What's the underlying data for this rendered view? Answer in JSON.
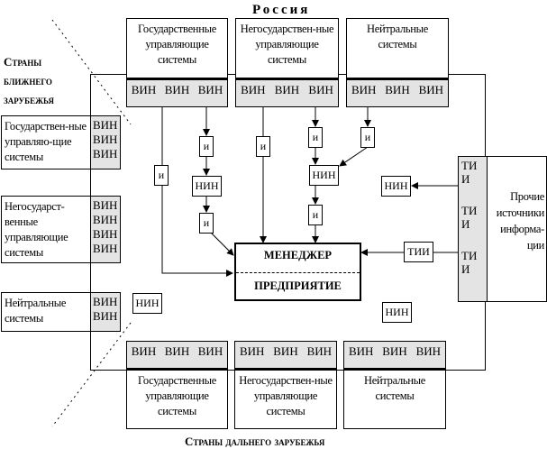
{
  "title_top": "Россия",
  "title_left": "Страны ближнего зарубежья",
  "title_bottom": "Страны дальнего зарубежья",
  "vin": "ВИН",
  "nin": "НИН",
  "i": "и",
  "tii": "ТИИ",
  "ti": "ТИ",
  "ti_i": "И",
  "top_systems": [
    "Государственные управляющие системы",
    "Негосударствен-ные управляющие системы",
    "Нейтральные системы"
  ],
  "left_systems": [
    "Государствен-ные управляю-щие системы",
    "Негосударст-венные управляющие системы",
    "Нейтральные системы"
  ],
  "bottom_systems": [
    "Государственные управляющие системы",
    "Негосударствен-ные управляющие системы",
    "Нейтральные системы"
  ],
  "other_sources": "Прочие источники информа-ции",
  "manager": "МЕНЕДЖЕР",
  "enterprise": "ПРЕДПРИЯТИЕ"
}
